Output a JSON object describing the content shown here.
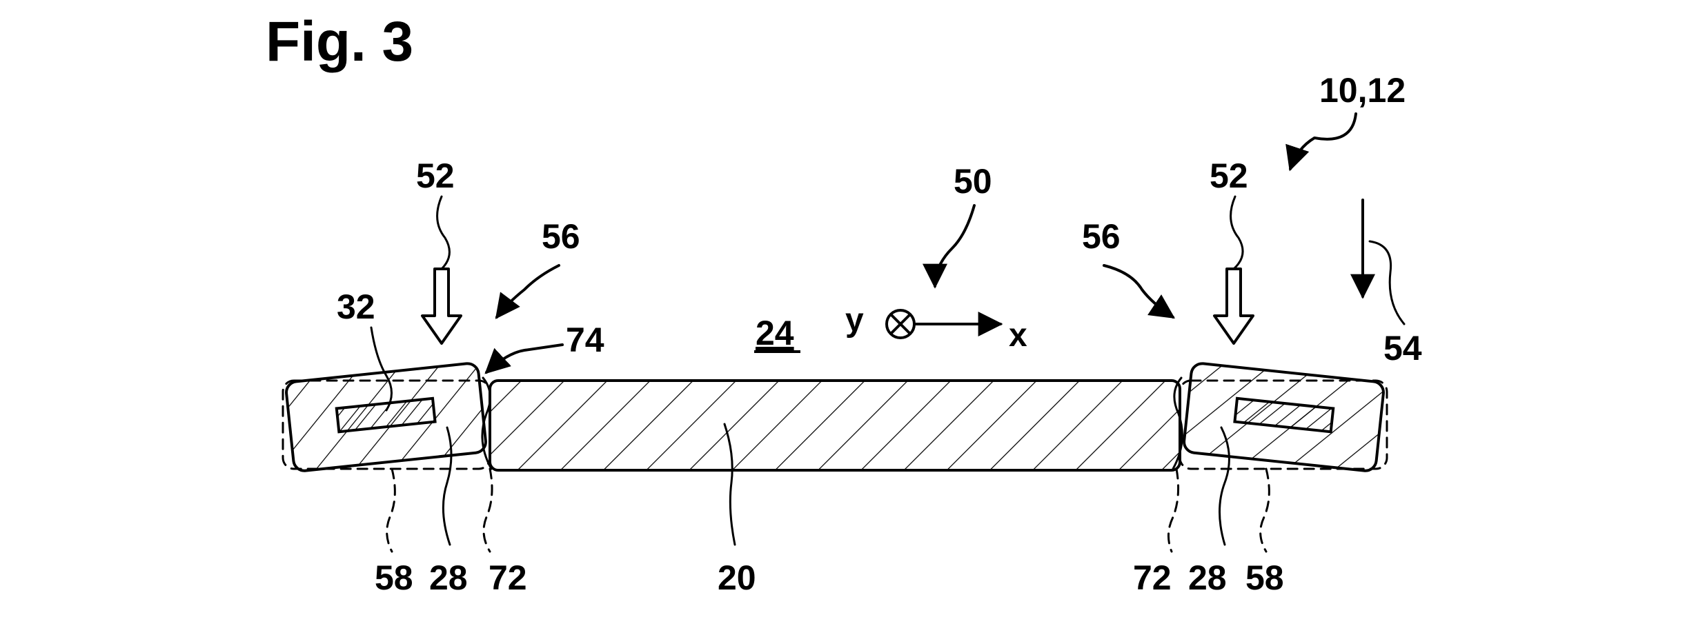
{
  "figure": {
    "title": "Fig. 3"
  },
  "labels": {
    "assembly": "10,12",
    "force_left": "52",
    "force_right": "52",
    "coord_ref": "50",
    "gap_left": "56",
    "gap_right": "56",
    "direction": "54",
    "element_32": "32",
    "element_74": "74",
    "area_24": "24",
    "center_20": "20",
    "left_72": "72",
    "right_72": "72",
    "left_28": "28",
    "right_28": "28",
    "left_58": "58",
    "right_58": "58"
  },
  "axes": {
    "x": "x",
    "y": "y"
  }
}
